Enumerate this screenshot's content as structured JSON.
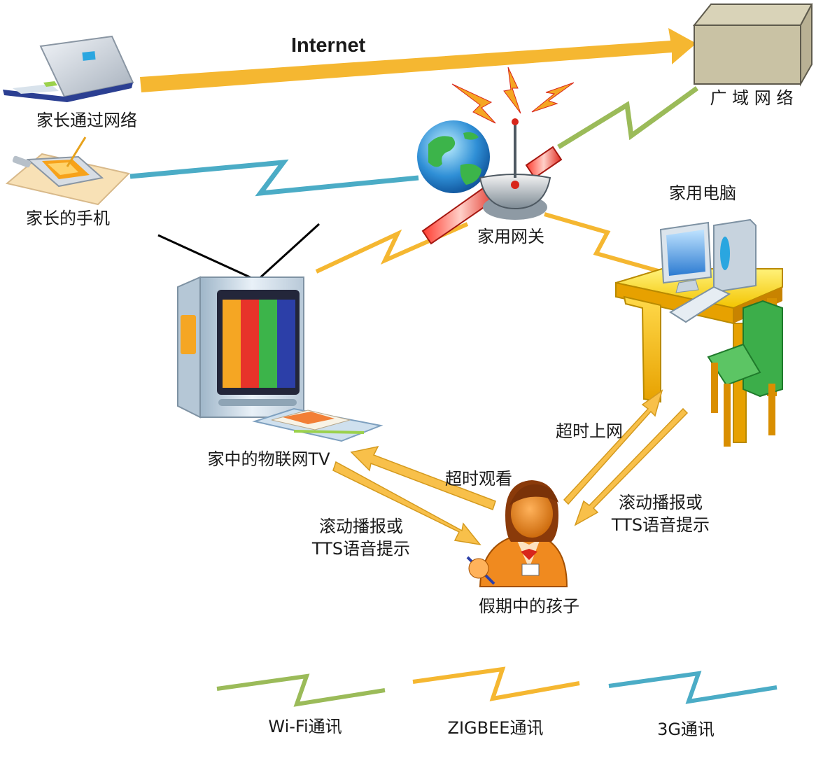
{
  "diagram": {
    "internet_label": "Internet",
    "wan_label": "广 域 网 络",
    "parent_network_label": "家长通过网络",
    "parent_phone_label": "家长的手机",
    "gateway_label": "家用网关",
    "home_pc_label": "家用电脑",
    "iot_tv_label": "家中的物联网TV",
    "child_label": "假期中的孩子",
    "edge_tv_watch": "超时观看",
    "edge_tv_prompt_line1": "滚动播报或",
    "edge_tv_prompt_line2": "TTS语音提示",
    "edge_pc_online": "超时上网",
    "edge_pc_prompt_line1": "滚动播报或",
    "edge_pc_prompt_line2": "TTS语音提示"
  },
  "legend": {
    "wifi_label": "Wi-Fi通讯",
    "zigbee_label": "ZIGBEE通讯",
    "g3_label": "3G通讯"
  },
  "colors": {
    "wifi": "#9bbb59",
    "zigbee": "#f5b731",
    "g3": "#4bacc6",
    "arrow": "#f8c04a",
    "arrow_edge": "#d49a1e"
  }
}
